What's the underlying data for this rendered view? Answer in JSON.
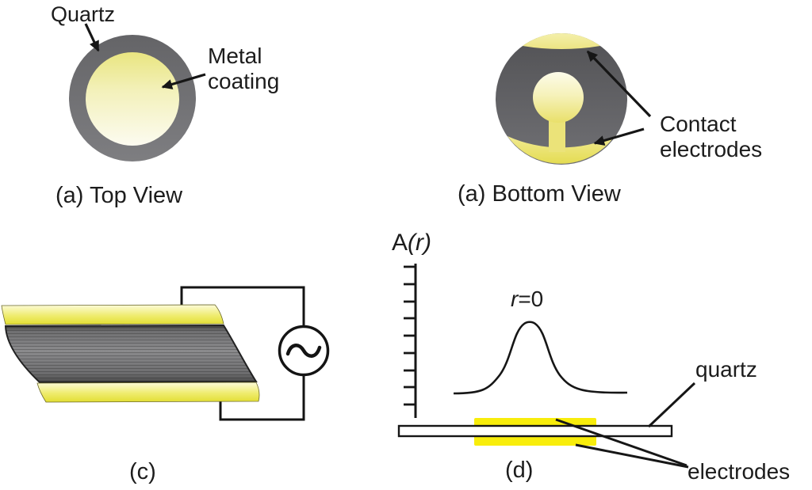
{
  "figure": {
    "top_view": {
      "label_quartz": "Quartz",
      "label_metal_coating": "Metal coating",
      "caption": "(a) Top View"
    },
    "bottom_view": {
      "label_contact_electrodes": "Contact electrodes",
      "caption": "(a) Bottom View"
    },
    "shear_circuit": {
      "caption": "(c)"
    },
    "amplitude_plot": {
      "axis_label_prefix": "A",
      "axis_label_var": "(r)",
      "peak_label_var": "r",
      "peak_label_rest": "=0",
      "label_quartz": "quartz",
      "label_electrodes": "electrodes",
      "caption": "(d)",
      "tick_count": 9,
      "curve_shape": "bell curve peaked at r=0 over the electrode region"
    }
  },
  "colors": {
    "quartz_ring_gray": "#6b6b6e",
    "bottom_disc_gray": "#59595c",
    "coating_yellow": "#ebe78d",
    "coating_highlight": "#fbfaee",
    "lune_yellow_top": "#f2eea4",
    "lune_yellow_bottom": "#eae276",
    "strip_yellow": "#e8e443",
    "electrode_yellow": "#f8ed0b",
    "line_black": "#161616"
  }
}
